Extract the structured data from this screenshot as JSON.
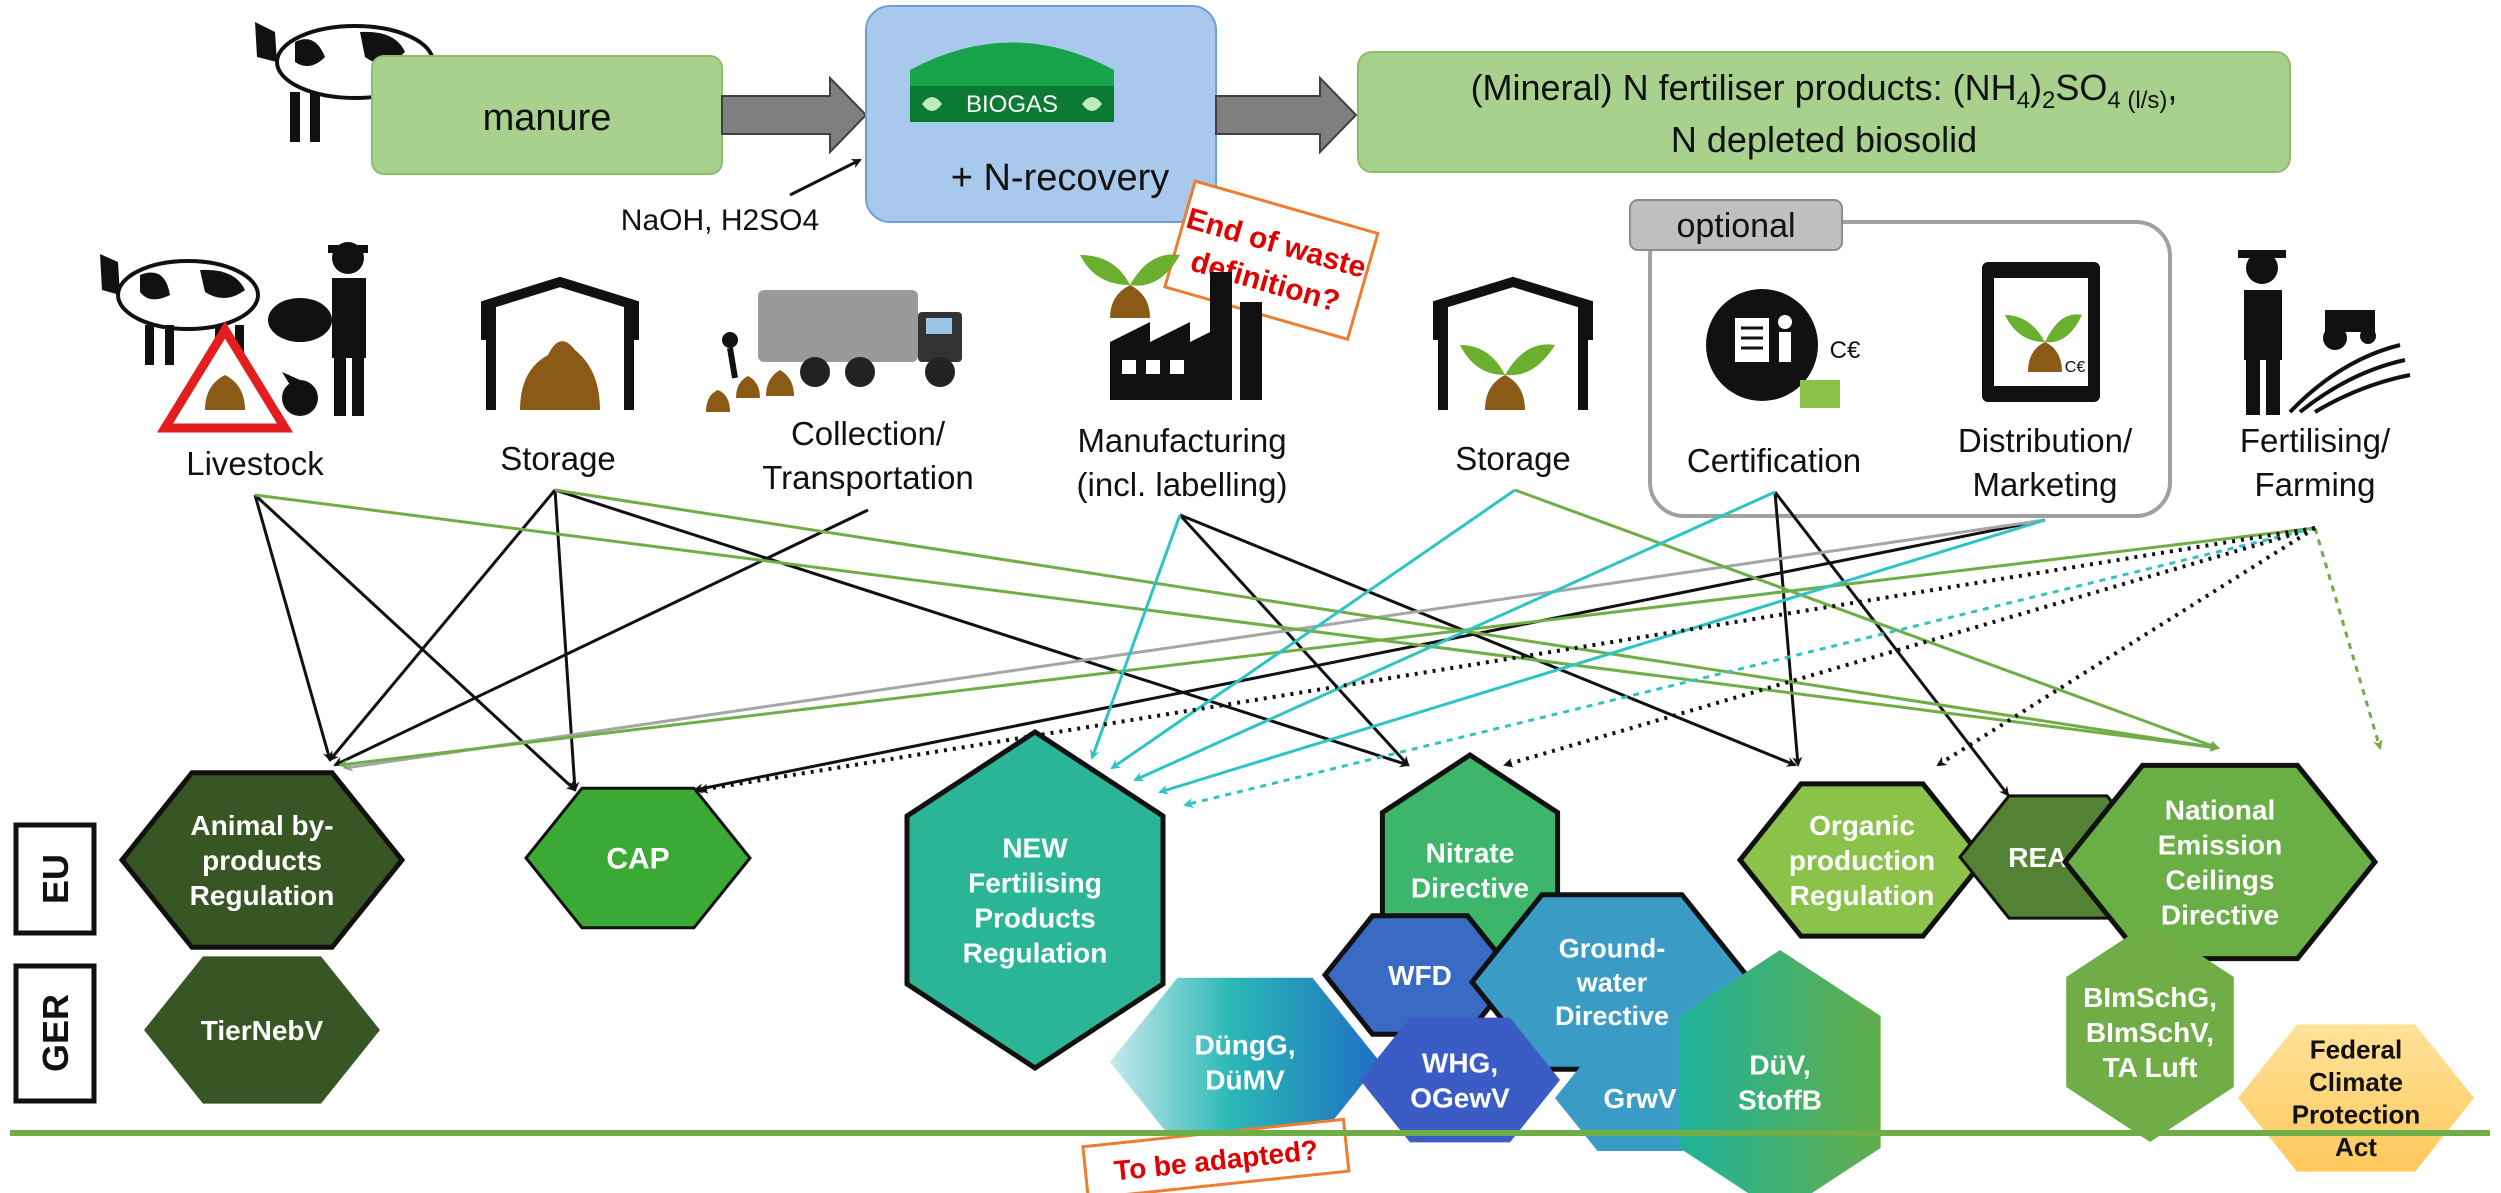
{
  "top_flow": {
    "input_label": "manure",
    "biogas_label": "BIOGAS",
    "recovery_label": "+ N-recovery",
    "reagents_label": "NaOH, H2SO4",
    "products_line1": "(Mineral) N fertiliser products: (NH",
    "products_sub4": "4",
    "products_paren": ")",
    "products_sub2": "2",
    "products_so": "SO",
    "products_sub4b": "4 (l/s)",
    "products_comma": ",",
    "products_line2": "N depleted biosolid"
  },
  "callouts": {
    "end_of_waste_line1": "End of waste",
    "end_of_waste_line2": "definition?",
    "to_be_adapted": "To be adapted?"
  },
  "optional_label": "optional",
  "stages": [
    {
      "id": "livestock",
      "lines": [
        "Livestock"
      ]
    },
    {
      "id": "storage1",
      "lines": [
        "Storage"
      ]
    },
    {
      "id": "collection",
      "lines": [
        "Collection/",
        "Transportation"
      ]
    },
    {
      "id": "manufacturing",
      "lines": [
        "Manufacturing",
        "(incl. labelling)"
      ]
    },
    {
      "id": "storage2",
      "lines": [
        "Storage"
      ]
    },
    {
      "id": "certification",
      "lines": [
        "Certification"
      ]
    },
    {
      "id": "distribution",
      "lines": [
        "Distribution/",
        "Marketing"
      ]
    },
    {
      "id": "farming",
      "lines": [
        "Fertilising/",
        "Farming"
      ]
    }
  ],
  "row_labels": {
    "eu": "EU",
    "ger": "GER"
  },
  "eu_regulations": [
    {
      "id": "abp",
      "lines": [
        "Animal by-",
        "products",
        "Regulation"
      ],
      "color": "#375623"
    },
    {
      "id": "cap",
      "lines": [
        "CAP"
      ],
      "color": "#3aaa35"
    },
    {
      "id": "nfpr",
      "lines": [
        "NEW",
        "Fertilising",
        "Products",
        "Regulation"
      ],
      "color": "#2bb597"
    },
    {
      "id": "nitrate",
      "lines": [
        "Nitrate",
        "Directive"
      ],
      "color": "#3db56a"
    },
    {
      "id": "organic",
      "lines": [
        "Organic",
        "production",
        "Regulation"
      ],
      "color": "#8bc34a"
    },
    {
      "id": "reach",
      "lines": [
        "REACH"
      ],
      "color": "#548235"
    },
    {
      "id": "nec",
      "lines": [
        "National",
        "Emission",
        "Ceilings",
        "Directive"
      ],
      "color": "#6aaf46"
    }
  ],
  "ger_regulations": [
    {
      "id": "tiernebv",
      "lines": [
        "TierNebV"
      ],
      "color": "#375623"
    },
    {
      "id": "wfd",
      "lines": [
        "WFD"
      ],
      "color": "#3a6bc4"
    },
    {
      "id": "groundwater",
      "lines": [
        "Ground-",
        "water",
        "Directive"
      ],
      "color": "#3a9cc4"
    },
    {
      "id": "dungg",
      "lines": [
        "DüngG,",
        "DüMV"
      ],
      "color": "#1fa3b5"
    },
    {
      "id": "whg",
      "lines": [
        "WHG,",
        "OGewV"
      ],
      "color": "#3b5cc4"
    },
    {
      "id": "grwv",
      "lines": [
        "GrwV"
      ],
      "color": "#3a9cc4"
    },
    {
      "id": "duv",
      "lines": [
        "DüV,",
        "StoffB"
      ],
      "color": "#2eb37a"
    },
    {
      "id": "bimsch",
      "lines": [
        "BImSchG,",
        "BImSchV,",
        "TA Luft"
      ],
      "color": "#70ad47"
    },
    {
      "id": "climate",
      "lines": [
        "Federal",
        "Climate",
        "Protection",
        "Act"
      ],
      "color": "#ffd37a"
    }
  ],
  "colors": {
    "box_green": "#a9d18e",
    "biogas_blue": "#a8c8ec",
    "arrow_black": "#111111",
    "arrow_green": "#70ad47",
    "arrow_teal": "#2ec4c4",
    "arrow_grey": "#a6a6a6",
    "callout_red": "#e00000",
    "callout_border": "#ed7d31",
    "baseline": "#70ad47"
  }
}
